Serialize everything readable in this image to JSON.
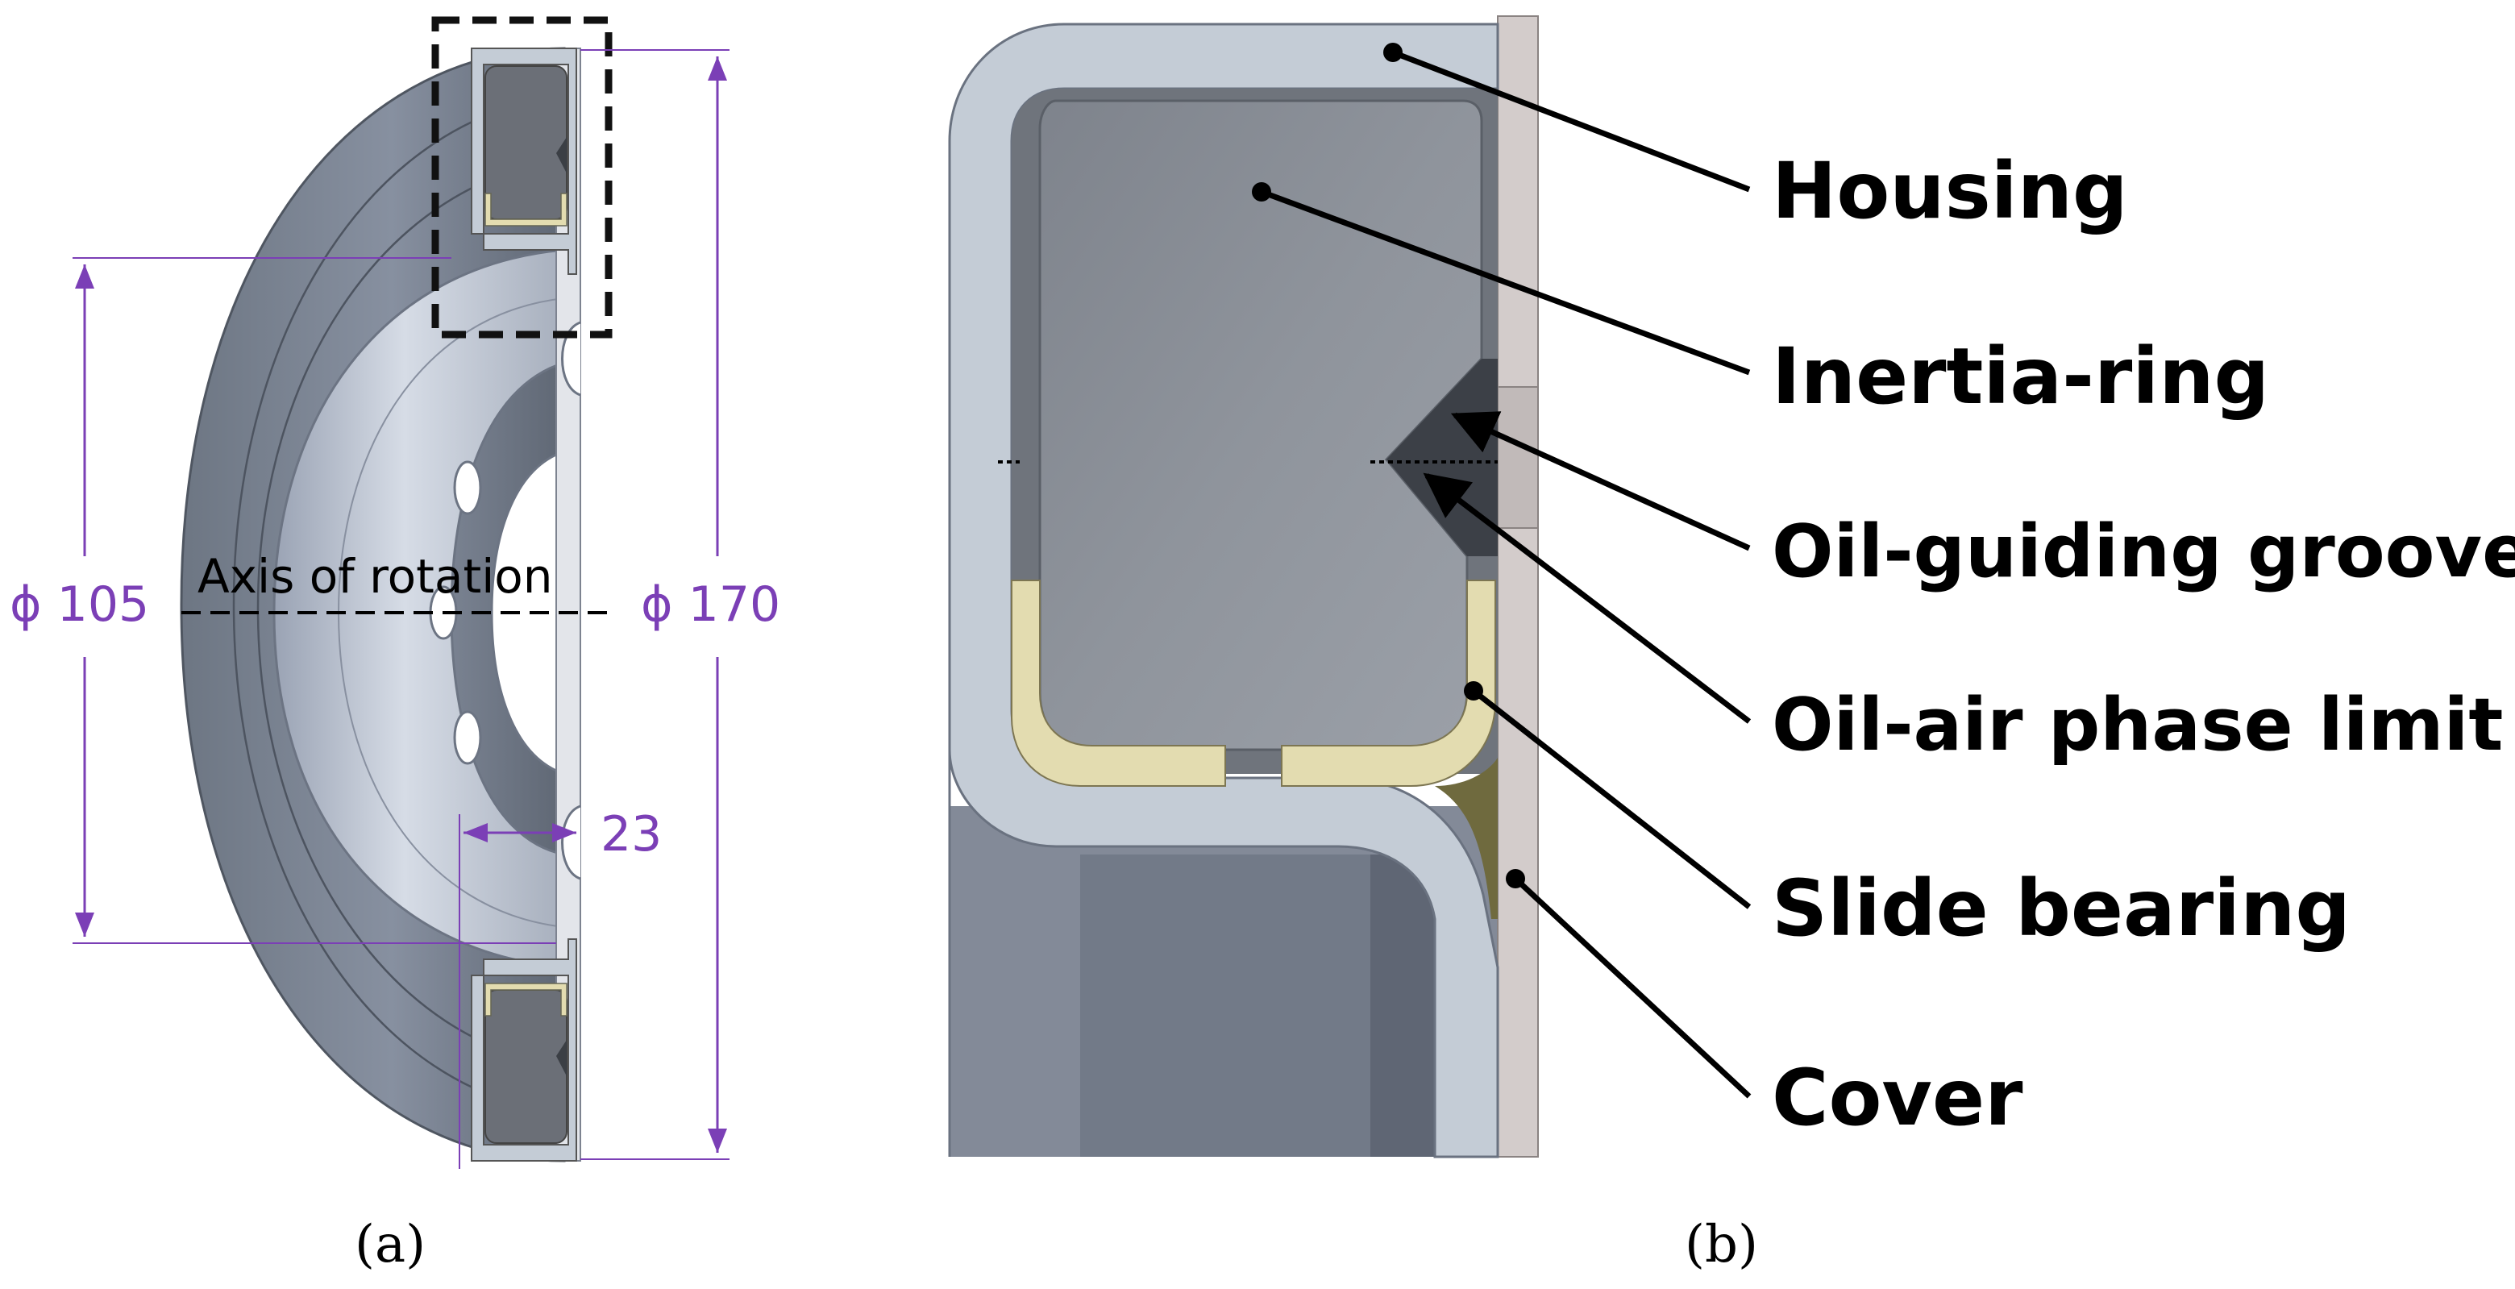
{
  "panel_a": {
    "caption": "(a)",
    "axis_label": "Axis of rotation",
    "dim_inner": "ϕ 105",
    "dim_outer": "ϕ 170",
    "dim_width": "23"
  },
  "panel_b": {
    "caption": "(b)",
    "labels": [
      "Housing",
      "Inertia-ring",
      "Oil-guiding groove",
      "Oil-air phase limit",
      "Slide bearing",
      "Cover"
    ]
  },
  "colors": {
    "housing": "#c4ccd6",
    "inertia_ring": "#8b9098",
    "bearing": "#e3dcb0",
    "cover": "#d3cccb",
    "dimension": "#7b3fb6",
    "leader": "#000000"
  }
}
